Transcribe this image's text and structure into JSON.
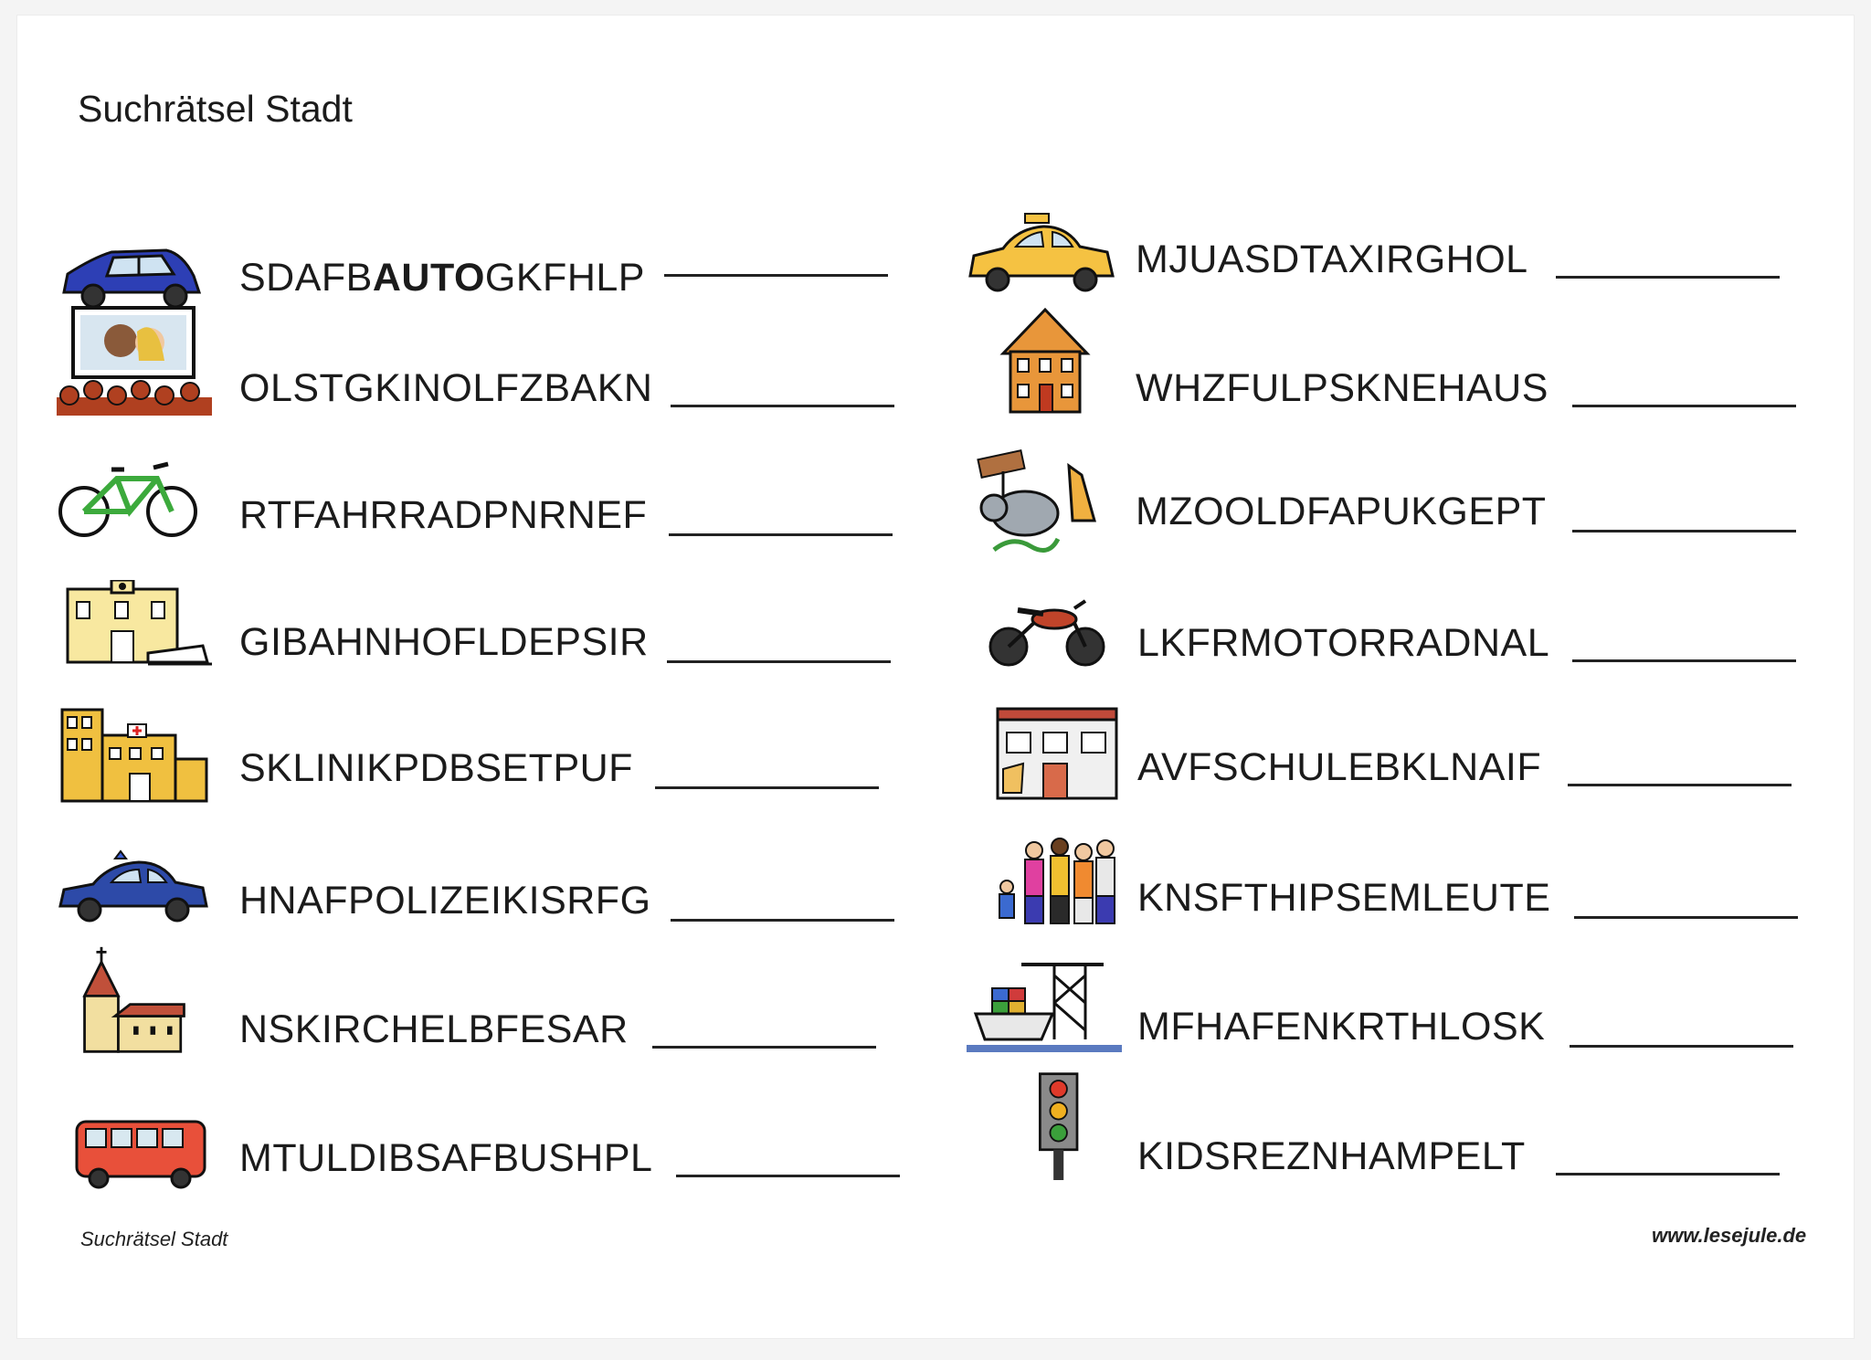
{
  "title": "Suchrätsel Stadt",
  "left": [
    {
      "icon": "car-icon",
      "word": "AUTO",
      "prefix": "SDAFB",
      "bold": "AUTO",
      "suffix": "GKFHLP"
    },
    {
      "icon": "cinema-icon",
      "word": "KINO",
      "prefix": "OLSTGKINOLFZBAKN",
      "bold": "",
      "suffix": ""
    },
    {
      "icon": "bicycle-icon",
      "word": "FAHRRAD",
      "prefix": "RTFAHRRADPNRNEF",
      "bold": "",
      "suffix": ""
    },
    {
      "icon": "train-station-icon",
      "word": "BAHNHOF",
      "prefix": "GIBAHNHOFLDEPSIR",
      "bold": "",
      "suffix": ""
    },
    {
      "icon": "hospital-icon",
      "word": "KLINIK",
      "prefix": "SKLINIKPDBSETPUF",
      "bold": "",
      "suffix": ""
    },
    {
      "icon": "police-car-icon",
      "word": "POLIZEI",
      "prefix": "HNAFPOLIZEIKISRFG",
      "bold": "",
      "suffix": ""
    },
    {
      "icon": "church-icon",
      "word": "KIRCHE",
      "prefix": "NSKIRCHELBFESAR",
      "bold": "",
      "suffix": ""
    },
    {
      "icon": "bus-icon",
      "word": "BUS",
      "prefix": "MTULDIBSAFBUSHPL",
      "bold": "",
      "suffix": ""
    }
  ],
  "right": [
    {
      "icon": "taxi-icon",
      "word": "TAXI",
      "prefix": "MJUASDTAXIRGHOL",
      "bold": "",
      "suffix": ""
    },
    {
      "icon": "house-icon",
      "word": "HAUS",
      "prefix": "WHZFULPSKNEHAUS",
      "bold": "",
      "suffix": ""
    },
    {
      "icon": "zoo-icon",
      "word": "ZOO",
      "prefix": "MZOOLDFAPUKGEPT",
      "bold": "",
      "suffix": ""
    },
    {
      "icon": "motorcycle-icon",
      "word": "MOTORRAD",
      "prefix": "LKFRMOTORRADNAL",
      "bold": "",
      "suffix": ""
    },
    {
      "icon": "school-icon",
      "word": "SCHULE",
      "prefix": "AVFSCHULEBKLNAIF",
      "bold": "",
      "suffix": ""
    },
    {
      "icon": "people-icon",
      "word": "LEUTE",
      "prefix": "KNSFTHIPSEMLEUTE",
      "bold": "",
      "suffix": ""
    },
    {
      "icon": "harbor-icon",
      "word": "HAFEN",
      "prefix": "MFHAFENKRTHLOSK",
      "bold": "",
      "suffix": ""
    },
    {
      "icon": "traffic-light-icon",
      "word": "AMPEL",
      "prefix": "KIDSREZNHAMPELT",
      "bold": "",
      "suffix": ""
    }
  ],
  "footer": {
    "left": "Suchrätsel Stadt",
    "right": "www.lesejule.de"
  }
}
